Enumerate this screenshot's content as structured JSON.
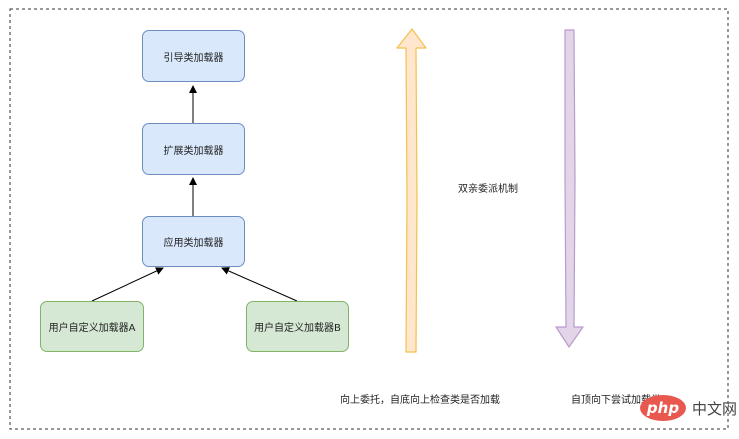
{
  "diagram": {
    "nodes": {
      "bootstrap": "引导类加载器",
      "extension": "扩展类加载器",
      "application": "应用类加载器",
      "userA": "用户自定义加载器A",
      "userB": "用户自定义加载器B"
    },
    "center_label": "双亲委派机制",
    "up_caption": "向上委托，自底向上检查类是否加载",
    "down_caption": "自顶向下尝试加载类",
    "colors": {
      "blue_fill": "#dae8fc",
      "blue_stroke": "#6c8ebf",
      "green_fill": "#d5e8d4",
      "green_stroke": "#82b366",
      "up_arrow_fill": "#ffe6cc",
      "up_arrow_stroke": "#f2c14e",
      "down_arrow_fill": "#e1d5e7",
      "down_arrow_stroke": "#b99bd0"
    }
  },
  "watermark": {
    "logo": "php",
    "text": "中文网"
  }
}
